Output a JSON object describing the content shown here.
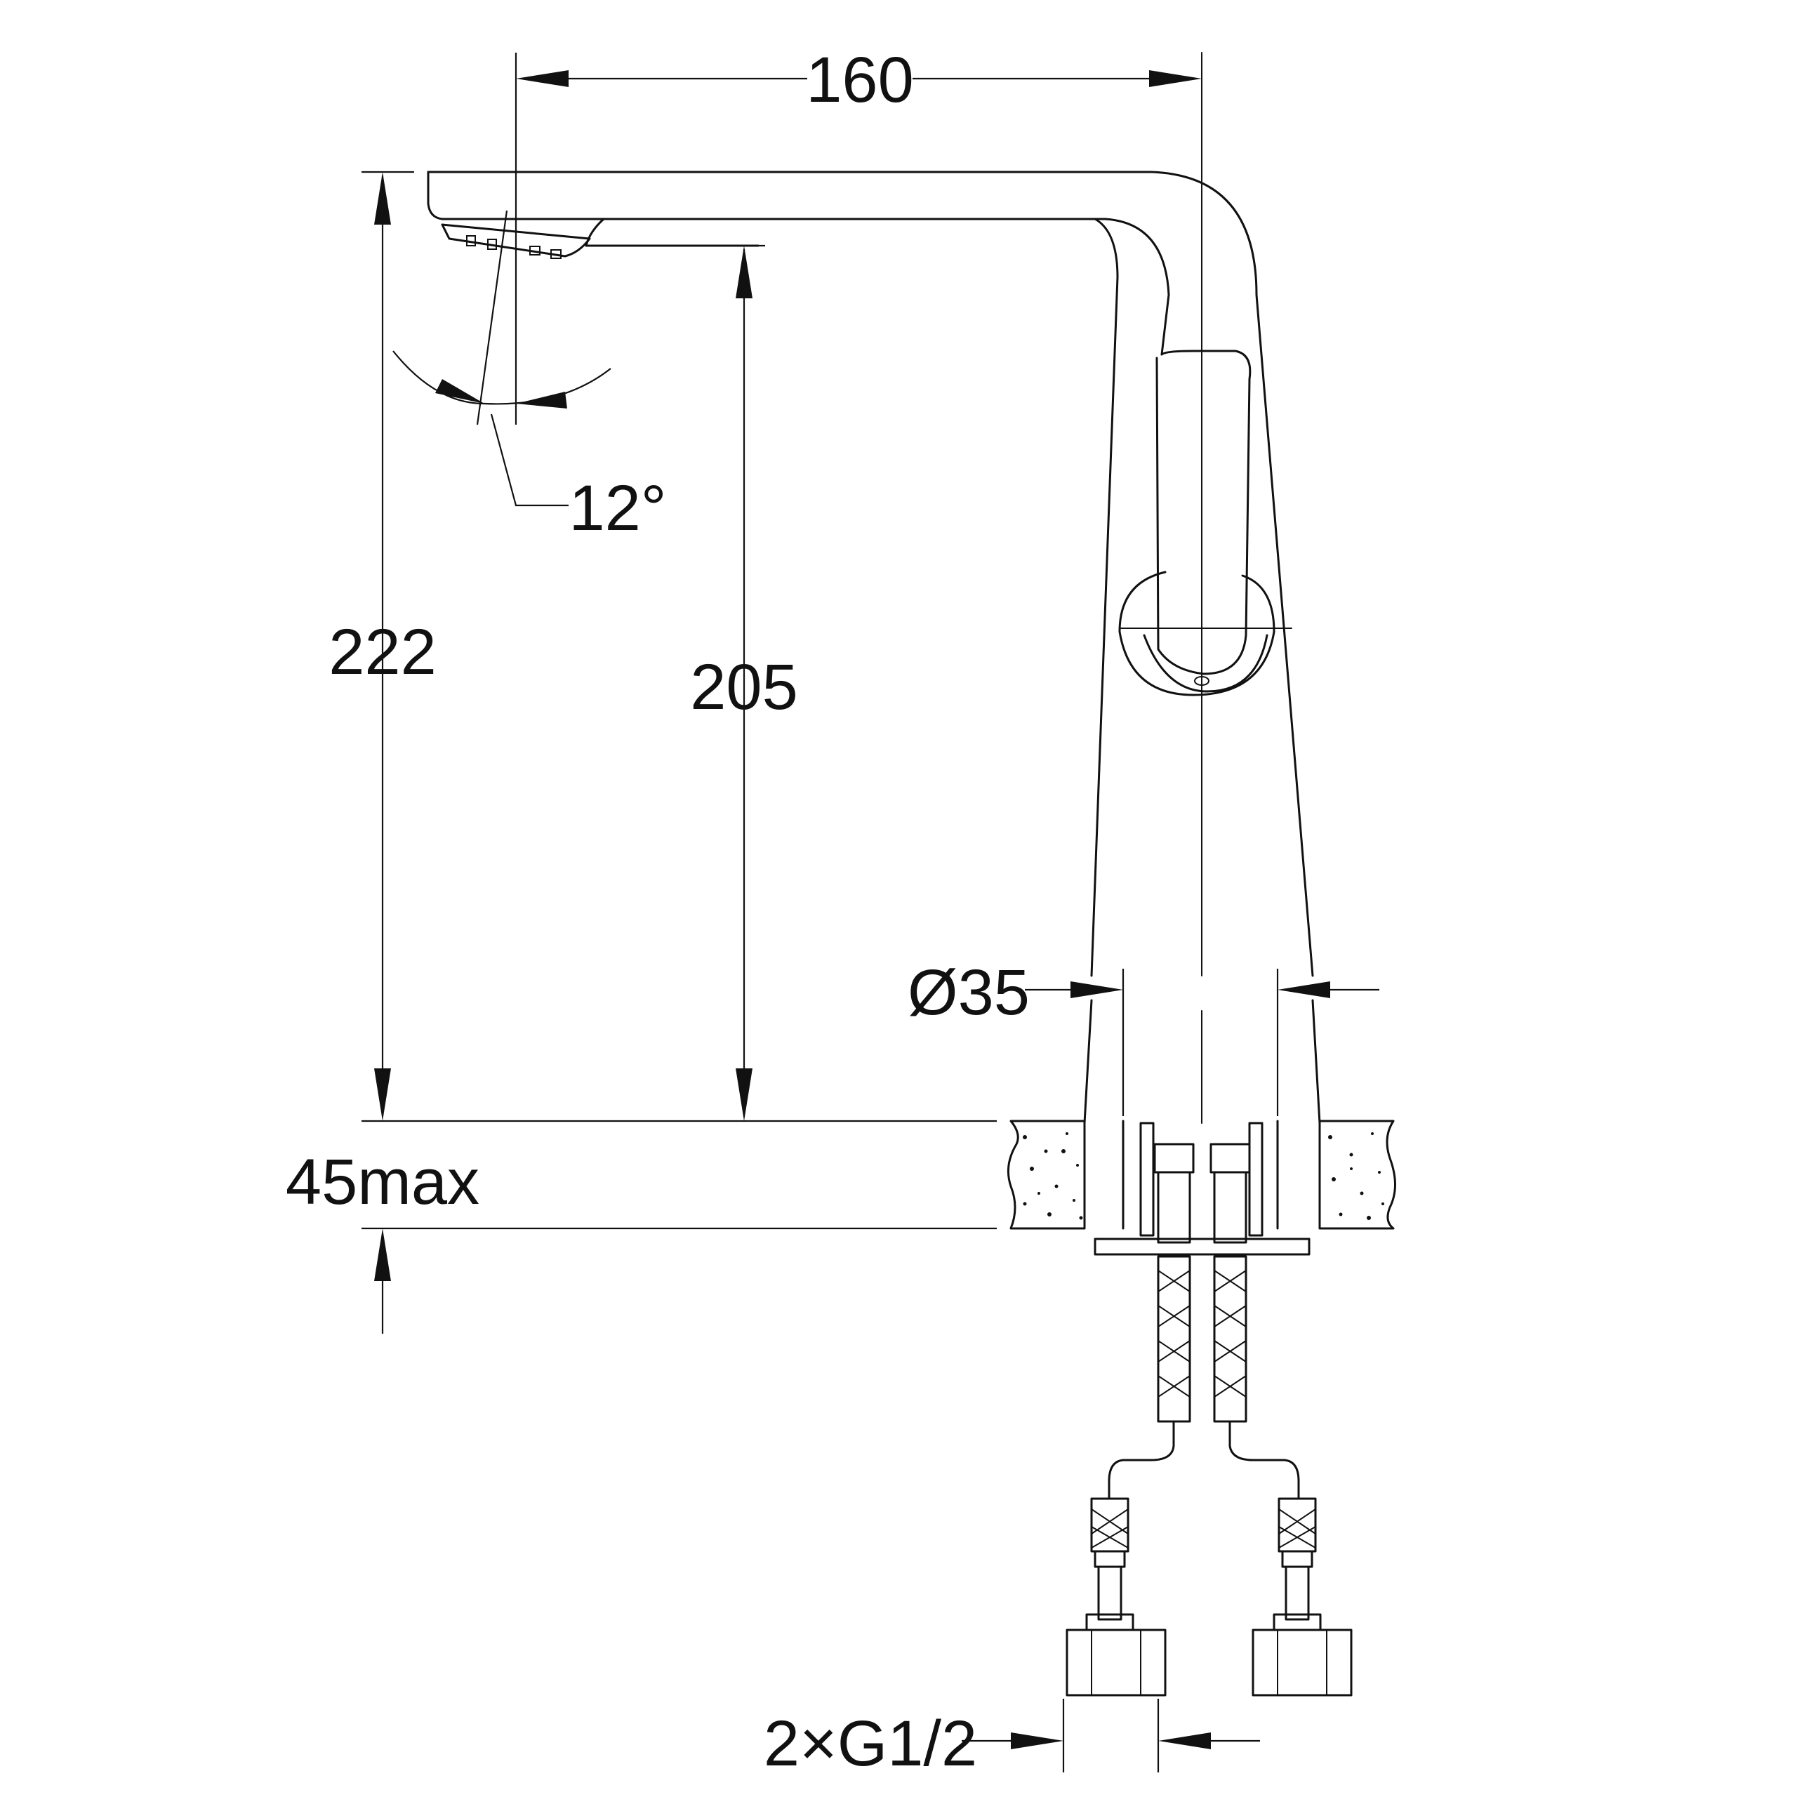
{
  "dimensions": {
    "width": "160",
    "height_total": "222",
    "height_spout": "205",
    "swivel_angle": "12°",
    "base_diameter": "Ø35",
    "counter_thickness": "45max",
    "inlet_connections": "2×G1/2"
  },
  "components": [
    "spout",
    "aerator",
    "body",
    "lever-handle",
    "counter-top",
    "mounting-plate",
    "braided-hoses",
    "hose-connectors"
  ]
}
